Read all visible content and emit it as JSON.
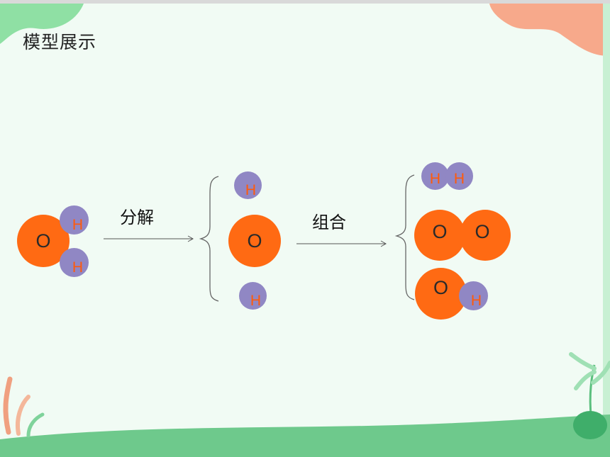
{
  "slide": {
    "title": "模型展示"
  },
  "reaction": {
    "step1_label": "分解",
    "step2_label": "组合"
  },
  "atoms": {
    "oxygen": "O",
    "hydrogen": "H"
  },
  "colors": {
    "oxygen": "#ff6a13",
    "hydrogen": "#9087c4",
    "hydrogen_text": "#ff5a0a",
    "background": "#f1fbf4",
    "ground": "#6ec98c",
    "top_left_blob": "#8fe0a4",
    "top_right_blob": "#f7a98b"
  }
}
